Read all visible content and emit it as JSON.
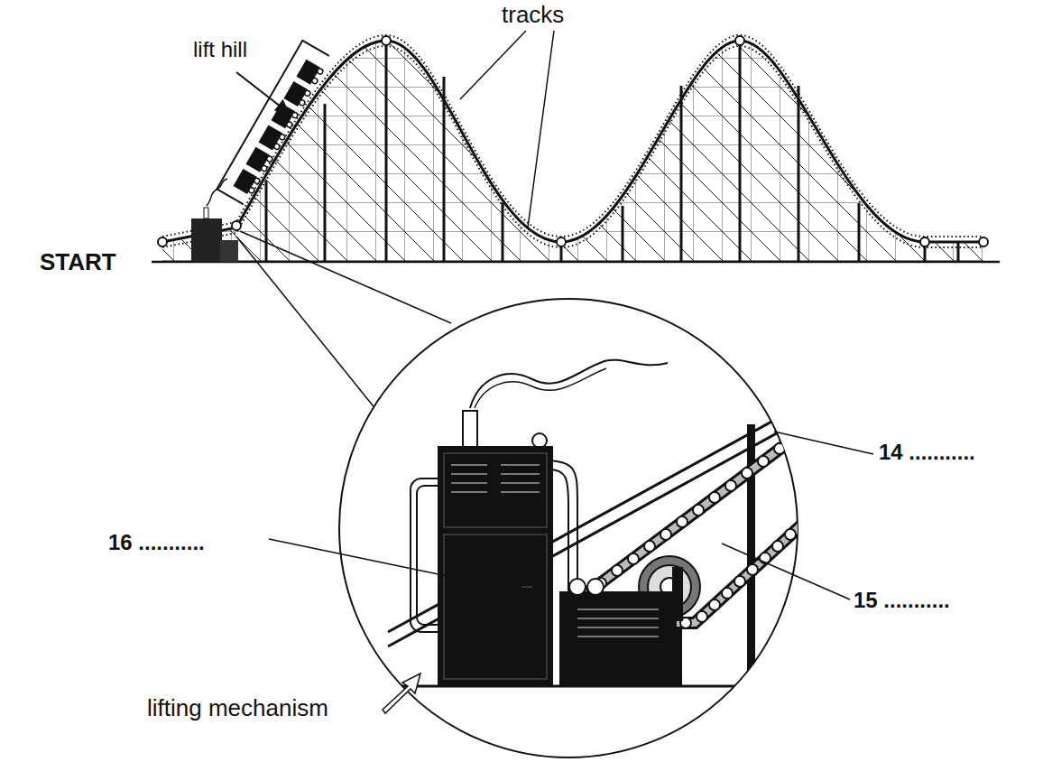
{
  "diagram": {
    "labels": [
      "tracks",
      "lift hill",
      "START",
      "14 ...........",
      "16 ...........",
      "15 ...........",
      "lifting mechanism"
    ]
  }
}
